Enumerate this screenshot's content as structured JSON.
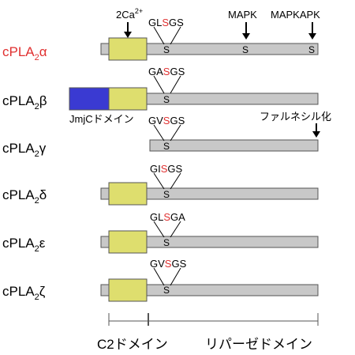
{
  "colors": {
    "bar_fill": "#c8c8c8",
    "bar_stroke": "#555555",
    "c2_fill": "#dede6e",
    "jmjc_fill": "#3a3ad2",
    "accent": "#e03030",
    "text": "#000000"
  },
  "top_labels": {
    "ca": "2Ca",
    "ca_sup": "2+",
    "mapk": "MAPK",
    "mapkapk": "MAPKAPK"
  },
  "jmjc_label": "JmjCドメイン",
  "farnesyl_label": "ファルネシル化",
  "rows": [
    {
      "name": "cPLA",
      "sub": "2",
      "greek": "α",
      "highlight": true,
      "motif": [
        "G",
        "L",
        "S",
        "G",
        "S"
      ],
      "site": "S",
      "extra_sites": [
        "S",
        "S"
      ]
    },
    {
      "name": "cPLA",
      "sub": "2",
      "greek": "β",
      "highlight": false,
      "motif": [
        "G",
        "A",
        "S",
        "G",
        "S"
      ],
      "site": "S"
    },
    {
      "name": "cPLA",
      "sub": "2",
      "greek": "γ",
      "highlight": false,
      "motif": [
        "G",
        "V",
        "S",
        "G",
        "S"
      ],
      "site": "S"
    },
    {
      "name": "cPLA",
      "sub": "2",
      "greek": "δ",
      "highlight": false,
      "motif": [
        "G",
        "I",
        "S",
        "G",
        "S"
      ],
      "site": "S"
    },
    {
      "name": "cPLA",
      "sub": "2",
      "greek": "ε",
      "highlight": false,
      "motif": [
        "G",
        "L",
        "S",
        "G",
        "A"
      ],
      "site": "S"
    },
    {
      "name": "cPLA",
      "sub": "2",
      "greek": "ζ",
      "highlight": false,
      "motif": [
        "G",
        "V",
        "S",
        "G",
        "S"
      ],
      "site": "S"
    }
  ],
  "bottom_labels": {
    "c2": "C2ドメイン",
    "lipase": "リパーゼドメイン"
  }
}
